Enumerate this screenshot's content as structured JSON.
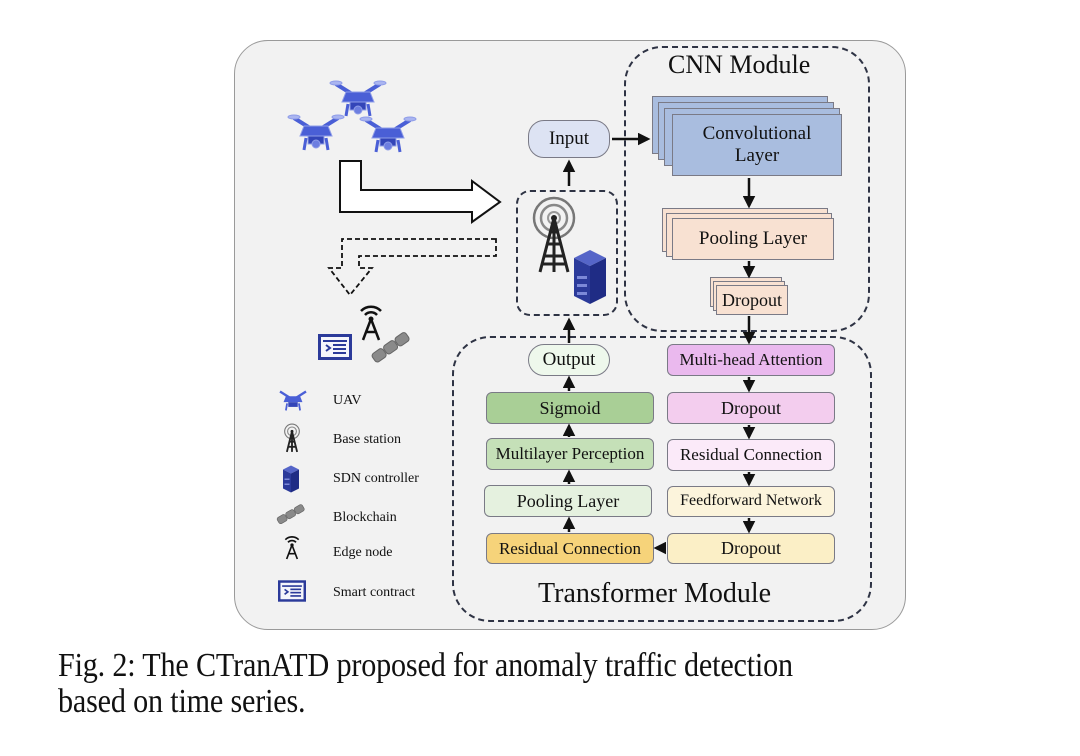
{
  "figure": {
    "caption_line1": "Fig. 2: The CTranATD proposed for anomaly traffic detection",
    "caption_line2": "based on time series."
  },
  "flow": {
    "input_label": "Input",
    "output_label": "Output"
  },
  "cnn_module": {
    "title": "CNN Module",
    "layers": [
      {
        "label_line1": "Convolutional",
        "label_line2": "Layer",
        "color": "#a9bddf"
      },
      {
        "label": "Pooling Layer",
        "color": "#f8e1d2"
      },
      {
        "label": "Dropout",
        "color": "#f8e1d2"
      }
    ]
  },
  "transformer_module": {
    "title": "Transformer Module",
    "left_column": [
      {
        "label": "Sigmoid",
        "color": "#a9cf96"
      },
      {
        "label": "Multilayer Perception",
        "color": "#c5e0b8"
      },
      {
        "label": "Pooling Layer",
        "color": "#e5f1df"
      },
      {
        "label": "Residual Connection",
        "color": "#f6d37a"
      }
    ],
    "right_column": [
      {
        "label": "Multi-head Attention",
        "color": "#eab9ee"
      },
      {
        "label": "Dropout",
        "color": "#f3cdee"
      },
      {
        "label": "Residual Connection",
        "color": "#fbeaf9"
      },
      {
        "label": "Feedforward Network",
        "color": "#fcf4dc"
      },
      {
        "label": "Dropout",
        "color": "#fbefc6"
      }
    ]
  },
  "legend": [
    {
      "icon": "uav-icon",
      "label": "UAV"
    },
    {
      "icon": "base-station-icon",
      "label": "Base station"
    },
    {
      "icon": "sdn-controller-icon",
      "label": "SDN controller"
    },
    {
      "icon": "blockchain-icon",
      "label": "Blockchain"
    },
    {
      "icon": "edge-node-icon",
      "label": "Edge node"
    },
    {
      "icon": "smart-contract-icon",
      "label": "Smart contract"
    }
  ],
  "colors": {
    "uav_blue": "#4a5fd6",
    "server_blue": "#2b3a9a",
    "input_fill": "#dde3f3",
    "output_fill": "#eef8ec"
  }
}
